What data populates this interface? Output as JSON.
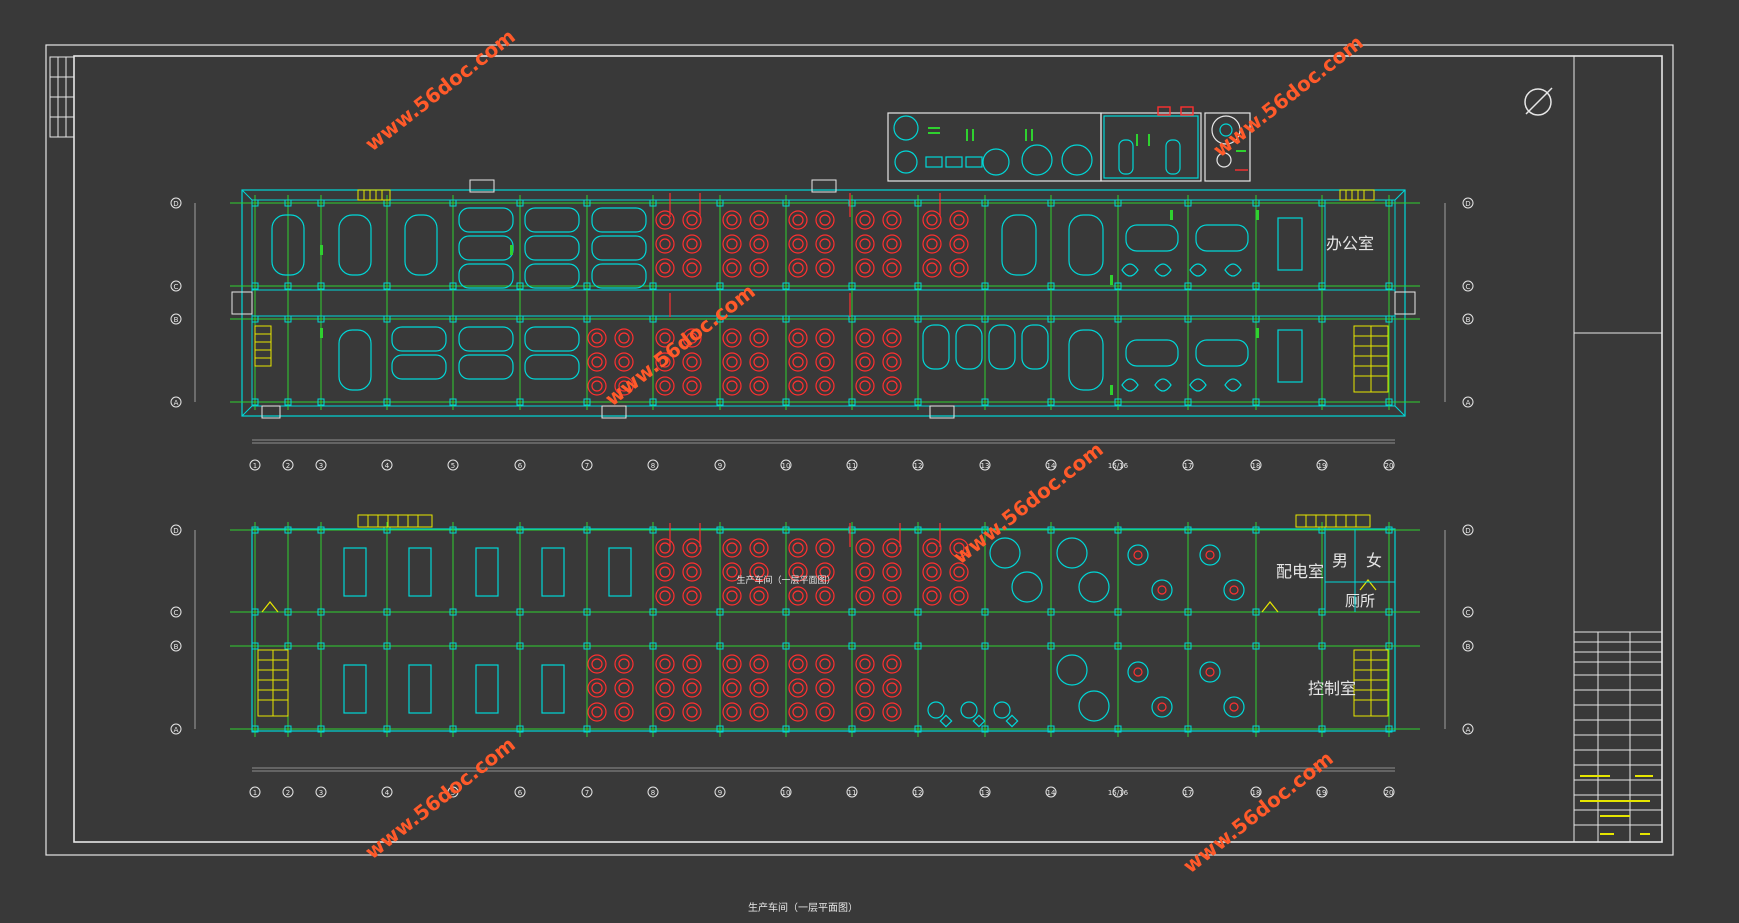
{
  "drawing": {
    "caption": "生产车间（一层平面图）",
    "inner_label": "生产车间（一层平面图）"
  },
  "rooms": {
    "office": "办公室",
    "power": "配电室",
    "male": "男",
    "female": "女",
    "toilet": "厕所",
    "control": "控制室"
  },
  "axes": {
    "rows_top": [
      "D",
      "C",
      "B",
      "A"
    ],
    "rows_bottom": [
      "D",
      "C",
      "B",
      "A"
    ],
    "columns": [
      "1",
      "2",
      "3",
      "4",
      "5",
      "6",
      "7",
      "8",
      "9",
      "10",
      "11",
      "12",
      "13",
      "14",
      "15/16",
      "17",
      "18",
      "19",
      "20"
    ]
  },
  "watermarks": [
    "www.56doc.com",
    "www.56doc.com",
    "www.56doc.com",
    "www.56doc.com",
    "www.56doc.com",
    "www.56doc.com"
  ],
  "colors": {
    "background": "#393939",
    "frame": "#e6e6e6",
    "wall": "#00d7d7",
    "grid": "#2fd12f",
    "equipment": "#00d7d7",
    "reactor": "#ff3030",
    "stairs": "#e6e600",
    "arrow": "#2fd12f"
  }
}
